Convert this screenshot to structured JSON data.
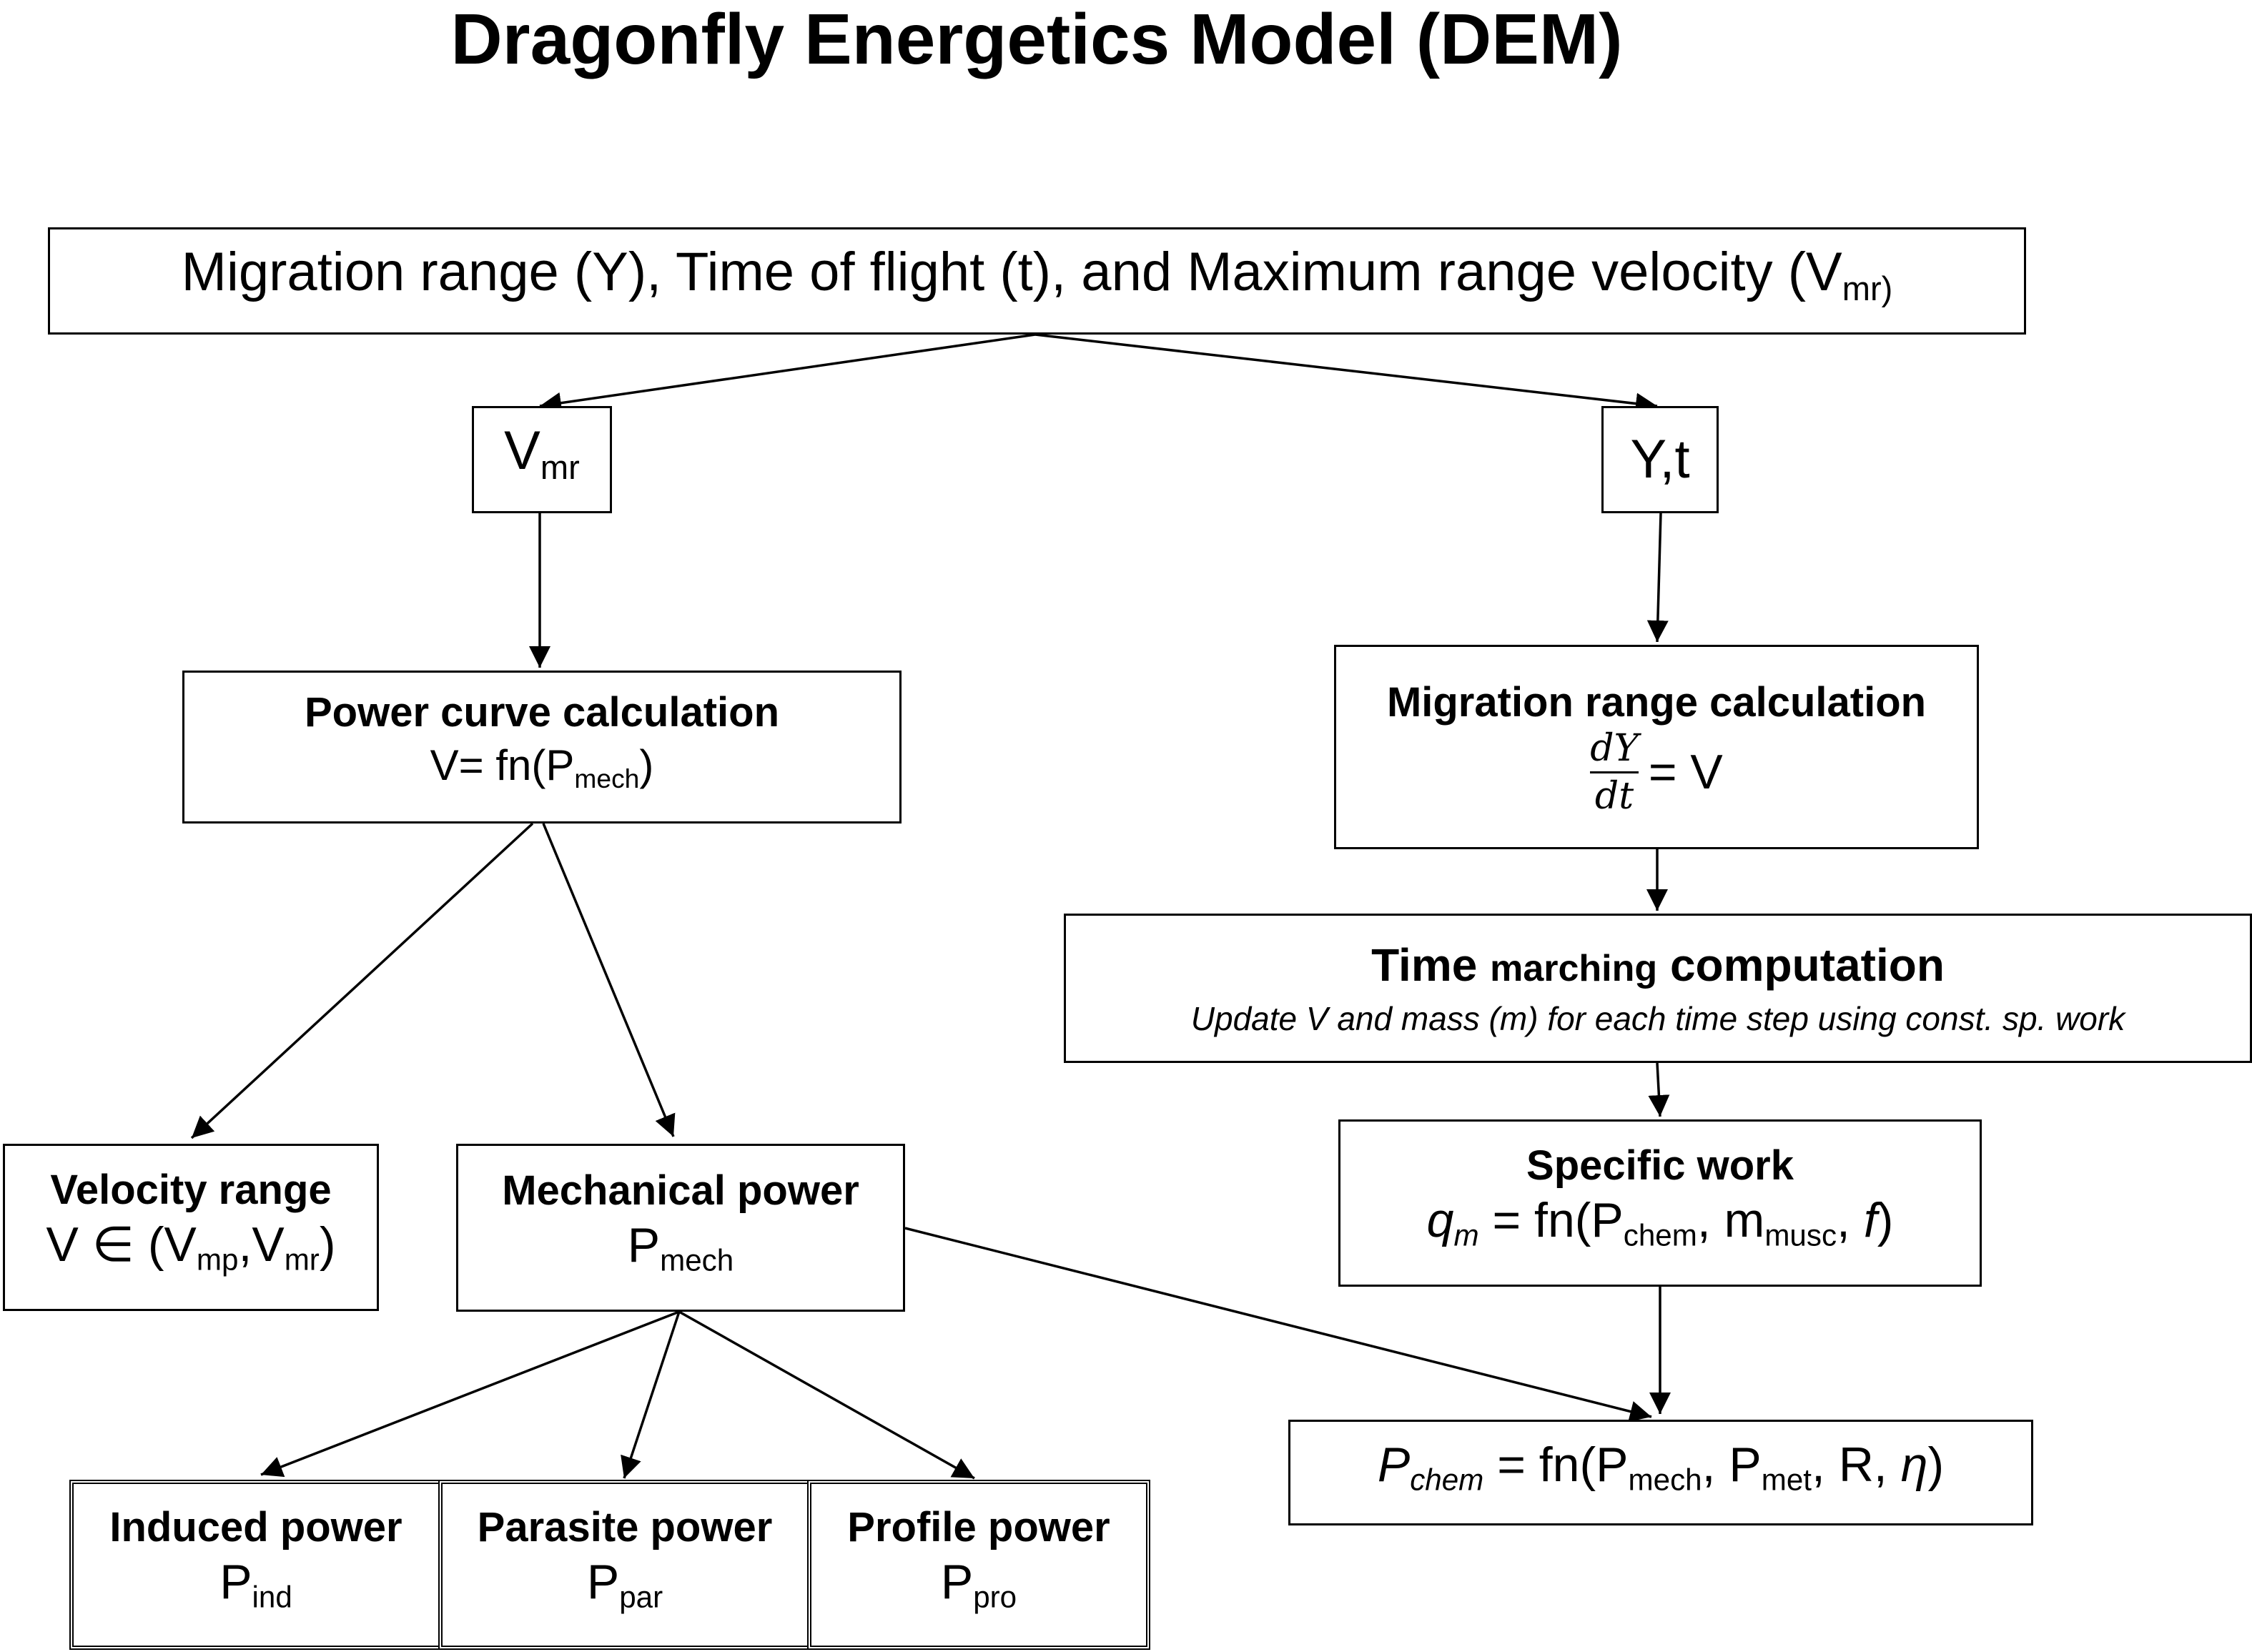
{
  "title": "Dragonfly Energetics Model (DEM)",
  "top": {
    "text": "Migration range (Y), Time of flight (t), and Maximum range velocity (V",
    "sub": "mr)"
  },
  "vmr_box": {
    "main": "V",
    "sub": "mr"
  },
  "yt_box": {
    "text": "Y,t"
  },
  "power_curve": {
    "heading": "Power curve calculation",
    "formula_a": "V= fn(P",
    "formula_sub": "mech",
    "formula_b": ")"
  },
  "velocity_range": {
    "heading": "Velocity range",
    "a": "V ∈  (V",
    "sub1": "mp",
    "b": ",V",
    "sub2": "mr",
    "c": ")"
  },
  "mechanical_power": {
    "heading": "Mechanical power",
    "main": "P",
    "sub": "mech"
  },
  "induced_power": {
    "heading": "Induced power",
    "main": "P",
    "sub": "ind"
  },
  "parasite_power": {
    "heading": "Parasite power",
    "main": "P",
    "sub": "par"
  },
  "profile_power": {
    "heading": "Profile power",
    "main": "P",
    "sub": "pro"
  },
  "migration_range_calc": {
    "heading": "Migration range calculation",
    "numerator": "dY",
    "denominator": "dt",
    "rhs": "= V"
  },
  "time_marching": {
    "heading_a": "Time",
    "heading_b": "marching",
    "heading_c": "computation",
    "note": "Update V and mass (m) for each time step using const. sp. work"
  },
  "specific_work": {
    "heading": "Specific work",
    "q": "q",
    "q_sub": "m",
    "a": " = fn(",
    "p": "P",
    "p_sub": "chem",
    "b": ", m",
    "m_sub": "musc",
    "c": ", ",
    "f": "f",
    "d": ")"
  },
  "pchem": {
    "p": "P",
    "p_sub": "chem",
    "a": " = fn(P",
    "sub1": "mech",
    "b": ", P",
    "sub2": "met",
    "c": ", R, ",
    "eta": "η",
    "d": ")"
  }
}
